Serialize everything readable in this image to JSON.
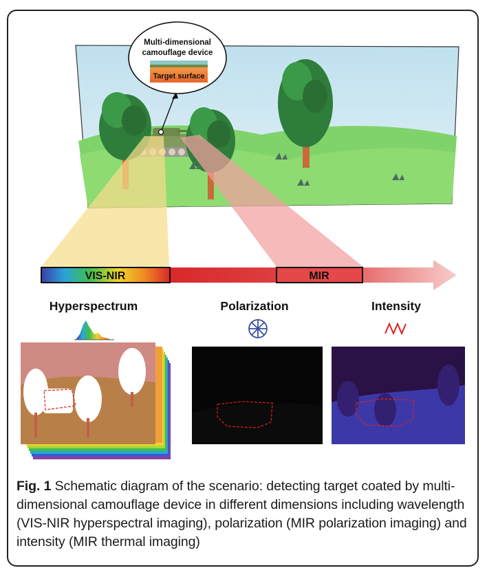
{
  "callout": {
    "line1": "Multi-dimensional",
    "line2": "camouflage device",
    "target": "Target surface"
  },
  "spectrum": {
    "vis_nir": "VIS-NIR",
    "mir": "MIR"
  },
  "panels": {
    "hyperspectrum": "Hyperspectrum",
    "polarization": "Polarization",
    "intensity": "Intensity"
  },
  "caption": {
    "label": "Fig. 1",
    "text": " Schematic diagram of the scenario: detecting target coated by multi-dimensional camouflage device in different dimensions including wavelength (VIS-NIR hyperspectral imaging), polarization (MIR polarization imaging) and intensity (MIR thermal imaging)"
  },
  "colors": {
    "sky": "#cfe6f0",
    "grass": "#7fd36a",
    "vis_beam": "#f6dc8a",
    "mir_beam": "#f3a0a0",
    "arrow_start": "#d8282a",
    "arrow_end": "#f8c8c8"
  }
}
